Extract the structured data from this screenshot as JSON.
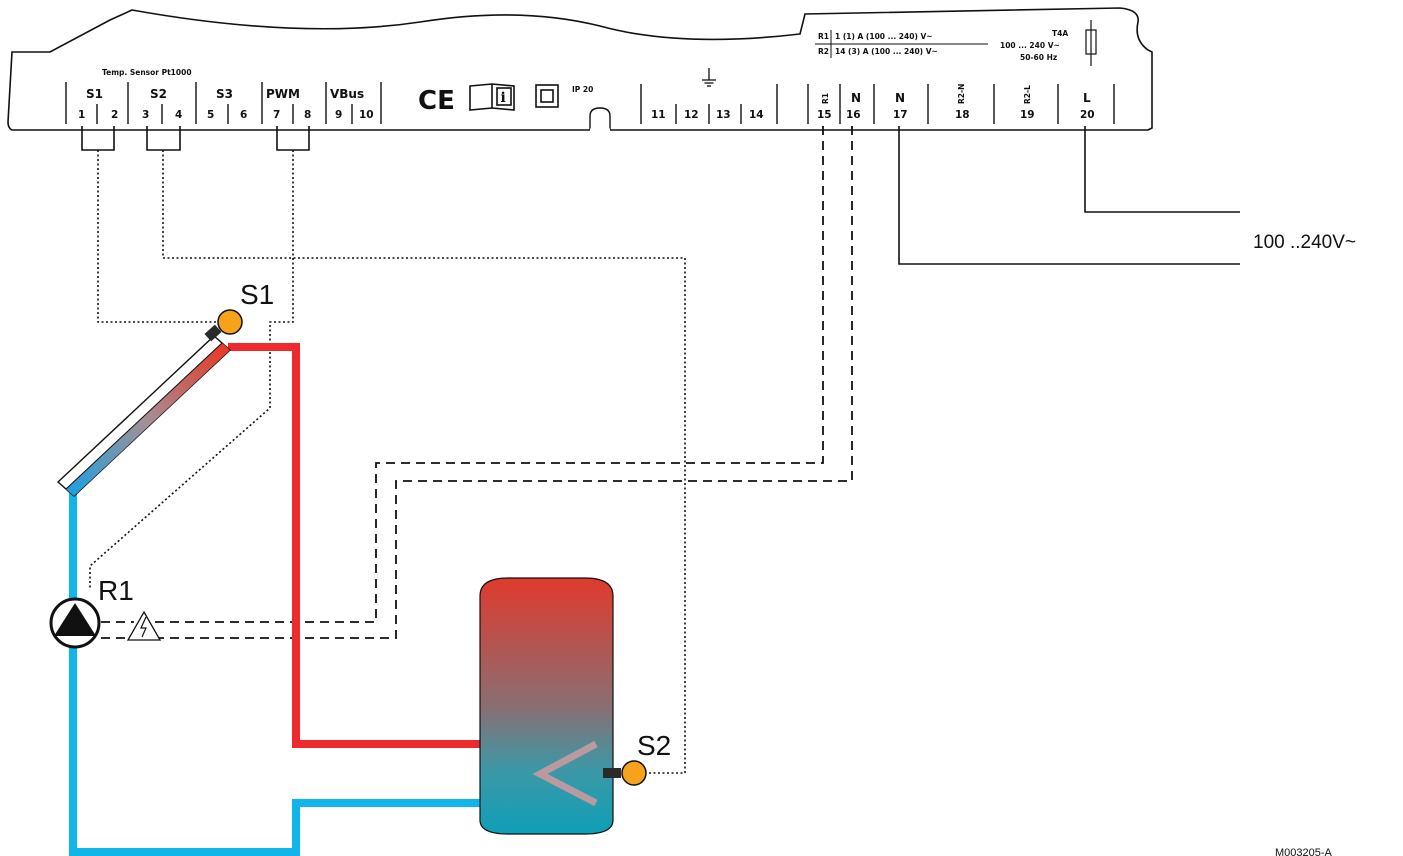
{
  "controller": {
    "sensor_title": "Temp. Sensor Pt1000",
    "groups": [
      "S1",
      "S2",
      "S3",
      "PWM",
      "VBus"
    ],
    "terminals_left": [
      "1",
      "2",
      "3",
      "4",
      "5",
      "6",
      "7",
      "8",
      "9",
      "10"
    ],
    "ce_mark": "CE",
    "ip_rating": "IP 20",
    "terminals_mid": [
      "11",
      "12",
      "13",
      "14"
    ],
    "relay_labels": [
      "R1",
      "N",
      "N",
      "R2-N",
      "R2-L",
      "L"
    ],
    "terminals_right": [
      "15",
      "16",
      "17",
      "18",
      "19",
      "20"
    ],
    "rating_r1_prefix": "R1",
    "rating_r1": "1 (1) A (100 ... 240) V~",
    "rating_r2_prefix": "R2",
    "rating_r2": "14 (3) A (100 ... 240) V~",
    "supply_rating_1": "100 ... 240 V~",
    "supply_rating_2": "50-60 Hz",
    "fuse": "T4A"
  },
  "labels": {
    "sensor_s1": "S1",
    "sensor_s2": "S2",
    "pump_r1": "R1",
    "mains": "100 ..240V~",
    "doc_ref": "M003205-A"
  },
  "colors": {
    "flow_hot": "#ee2a2e",
    "flow_cold": "#10b5ea",
    "sensor": "#f7a21b",
    "tank_top": "#e03a2d",
    "tank_bottom": "#0f9fb8"
  }
}
